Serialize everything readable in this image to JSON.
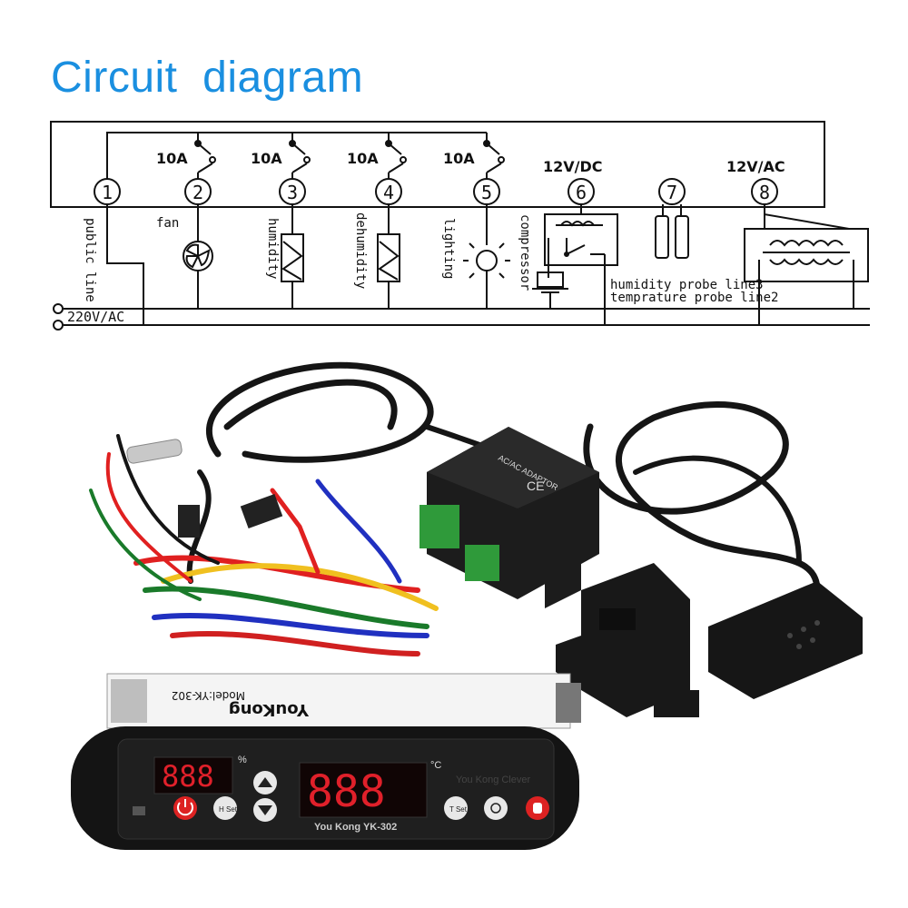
{
  "title": "Circuit  diagram",
  "terminals": [
    {
      "number": "1",
      "label": "public line"
    },
    {
      "number": "2",
      "rating": "10A",
      "label": "fan"
    },
    {
      "number": "3",
      "rating": "10A",
      "label": "humidity"
    },
    {
      "number": "4",
      "rating": "10A",
      "label": "dehumidity"
    },
    {
      "number": "5",
      "rating": "10A",
      "label": "lighting"
    },
    {
      "number": "6",
      "rating": "12V/DC",
      "label": "compressor"
    },
    {
      "number": "7"
    },
    {
      "number": "8",
      "rating": "12V/AC"
    }
  ],
  "probe_labels": [
    "humidity probe line3",
    "temprature probe line2"
  ],
  "supply_label": "220V/AC",
  "product": {
    "brand": "YouKong",
    "model": "Model:YK-302",
    "panel_label": "You Kong YK-302",
    "panel_brand_faded": "You Kong Clever",
    "humidity_unit": "%",
    "temp_unit": "°C",
    "left_display": "888",
    "right_display": "888",
    "adapter_label": "AC/AC ADAPTOR",
    "ce_mark": "CE",
    "buttons": [
      {
        "name": "power",
        "icon": "power-icon"
      },
      {
        "name": "humidity-set",
        "label": "H Set"
      },
      {
        "name": "up",
        "icon": "arrow-up-icon"
      },
      {
        "name": "down",
        "icon": "arrow-down-icon"
      },
      {
        "name": "temp-set",
        "label": "T Set"
      },
      {
        "name": "light",
        "icon": "sun-icon"
      },
      {
        "name": "hand",
        "icon": "hand-icon"
      }
    ]
  }
}
